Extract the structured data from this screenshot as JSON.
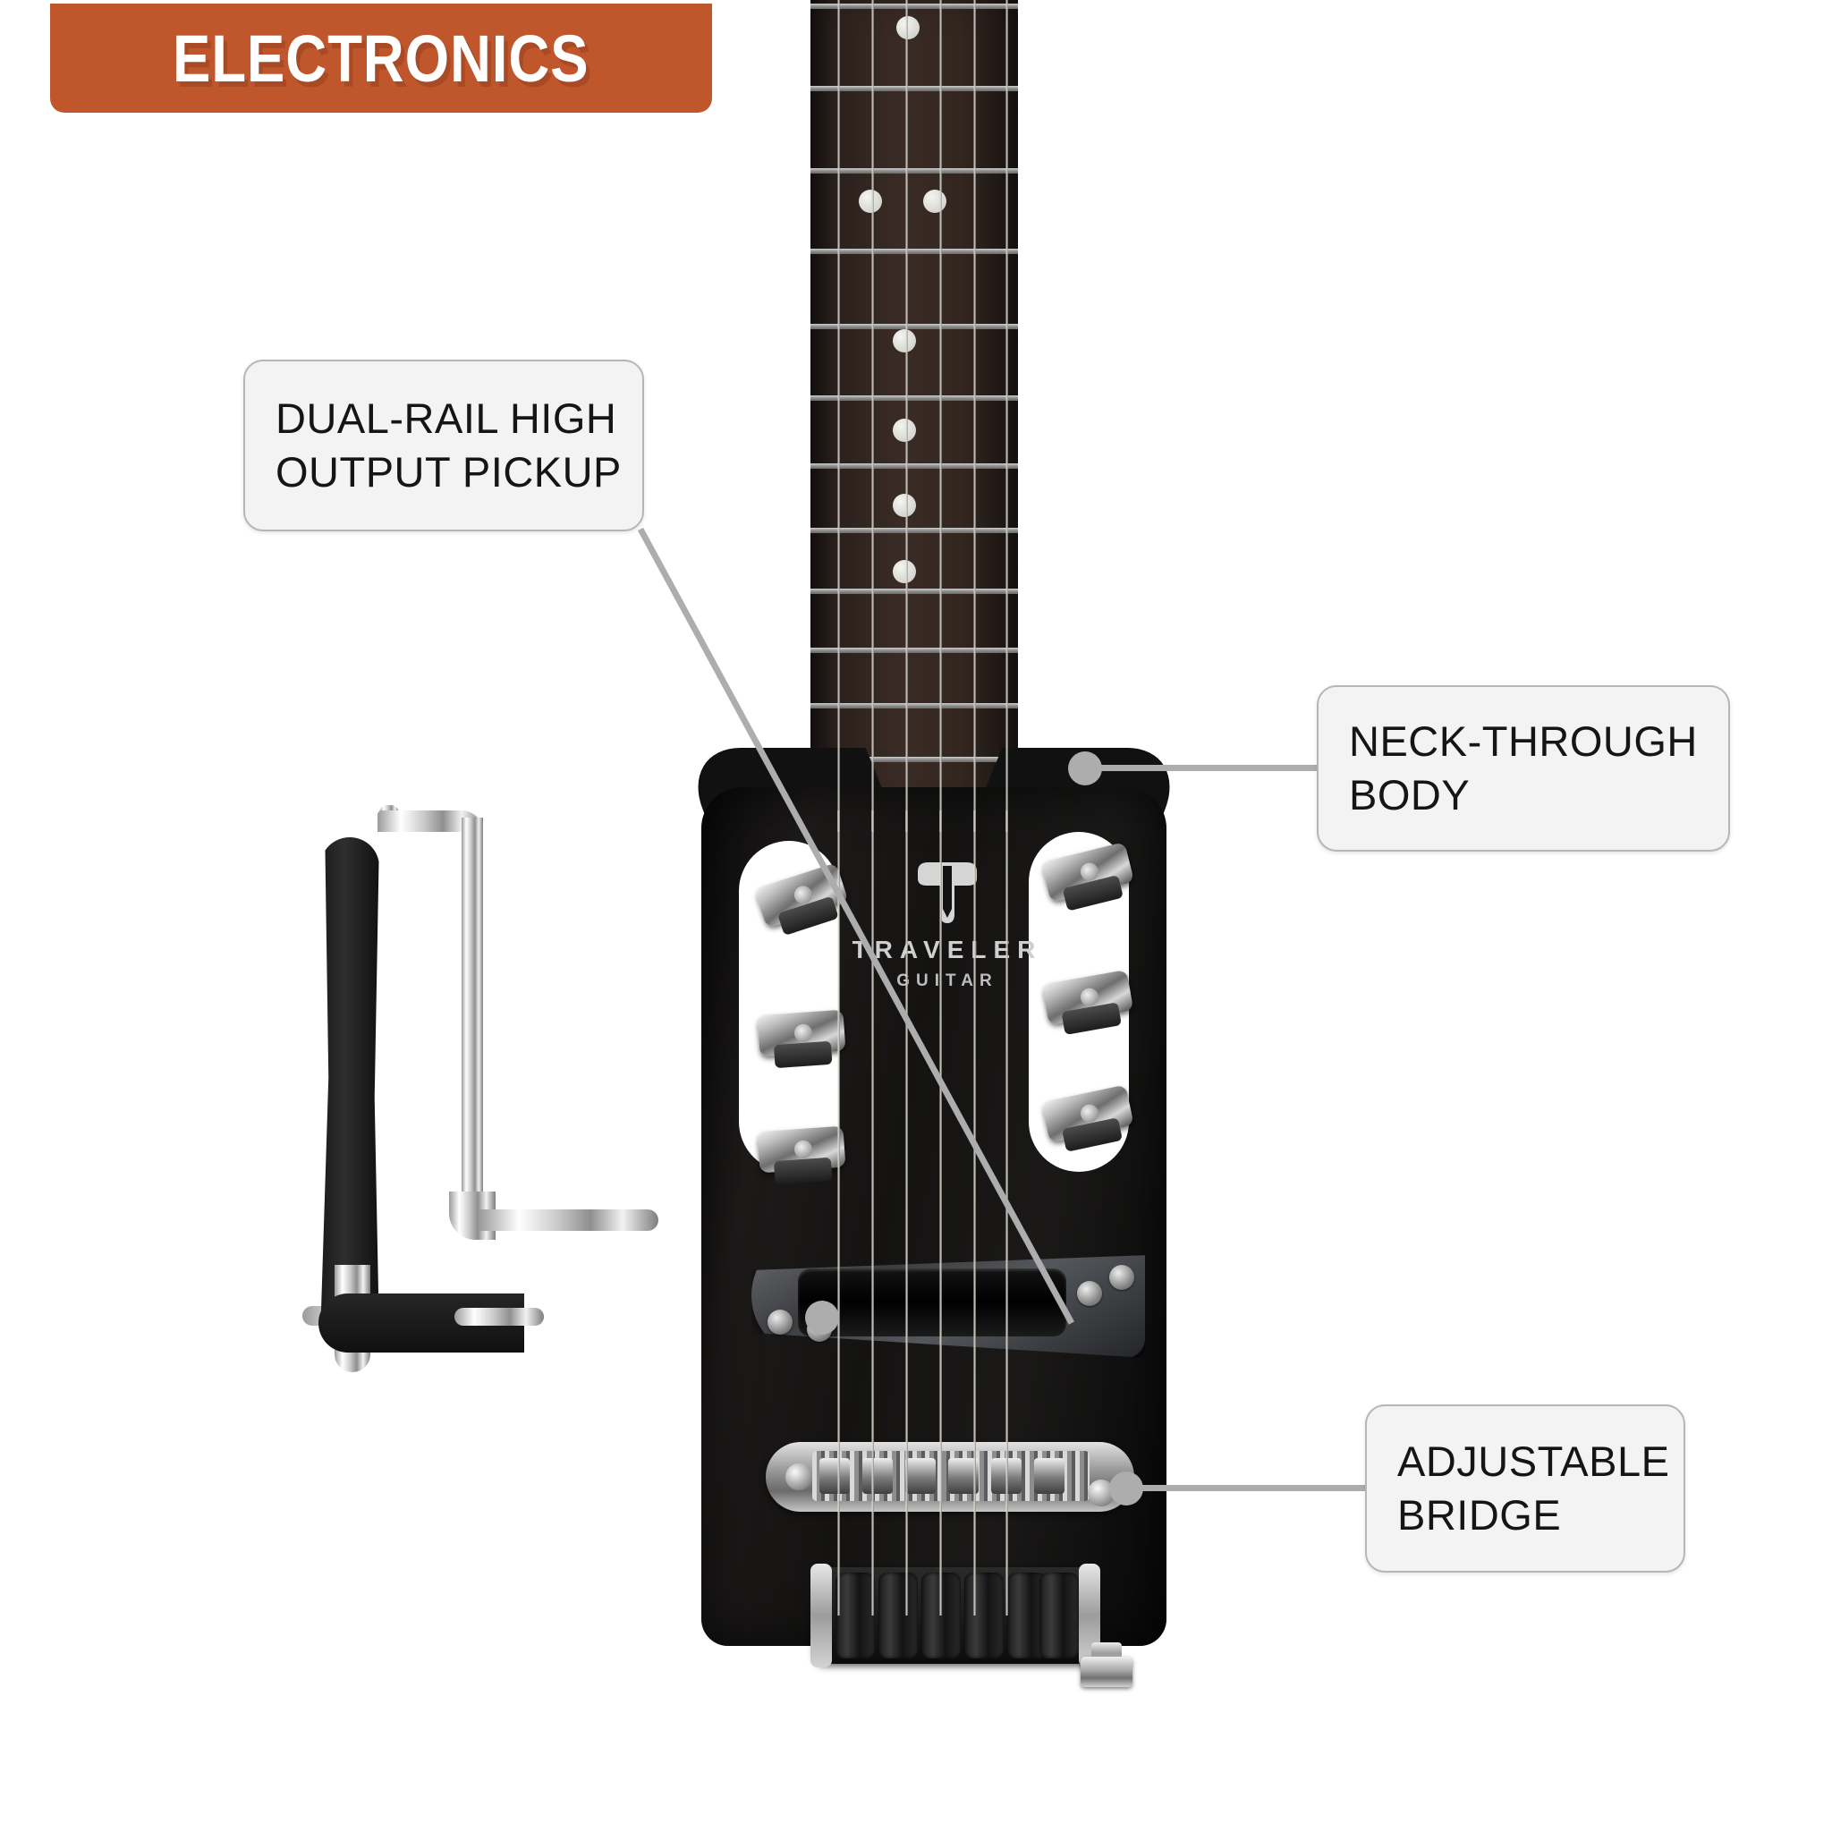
{
  "badge": {
    "label": "ELECTRONICS",
    "background_color": "#c0562b",
    "text_color": "#ffffff"
  },
  "product": {
    "brand_logo_mark": "traveler-t-shield",
    "brand_name": "TRAVELER",
    "brand_sub": "GUITAR",
    "body_color": "#121111",
    "fretboard_color": "#2f231e",
    "hardware_color": "#c8c8c8"
  },
  "callouts": [
    {
      "id": "dual-rail-pickup",
      "lines": [
        "DUAL-RAIL HIGH",
        "OUTPUT PICKUP"
      ],
      "leader_style": "diagonal",
      "marker_color": "#adadad"
    },
    {
      "id": "neck-through-body",
      "lines": [
        "NECK-THROUGH",
        "BODY"
      ],
      "leader_style": "horizontal",
      "marker_color": "#adadad"
    },
    {
      "id": "adjustable-bridge",
      "lines": [
        "ADJUSTABLE",
        "BRIDGE"
      ],
      "leader_style": "horizontal",
      "marker_color": "#adadad"
    }
  ],
  "callout_box": {
    "background_color": "#f3f3f3",
    "border_color": "#b6b6b6",
    "text_color": "#151515"
  },
  "parts": {
    "fretboard": "rosewood-fretboard",
    "inlays": "dot-inlays",
    "strings_count": 6,
    "tuners_count": 6,
    "pickup": "dual-rail-humbucker",
    "bridge": "adjustable-tune-o-matic",
    "lap_rest": "detachable-chrome-lap-rest",
    "output_jack": "output-jack"
  }
}
